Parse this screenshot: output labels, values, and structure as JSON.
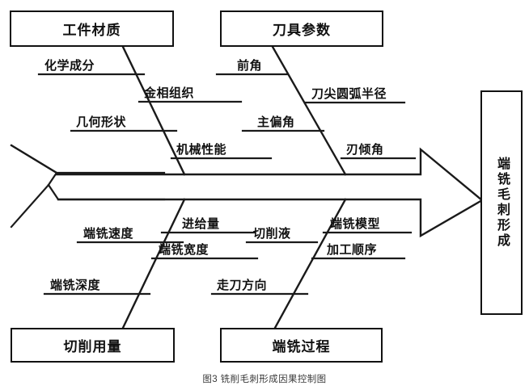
{
  "figure": {
    "caption": "图3 铣削毛刺形成因果控制图",
    "effect": {
      "label": "端铣毛刺形成"
    },
    "colors": {
      "line": "#1a1a1a",
      "text": "#111111",
      "background": "#ffffff",
      "caption_text": "#3a3a3a"
    }
  },
  "chart_data": {
    "type": "diagram",
    "diagram_type": "fishbone",
    "title": "图3 铣削毛刺形成因果控制图",
    "effect": "端铣毛刺形成",
    "categories": [
      {
        "name": "工件材质",
        "position": "top-left",
        "causes": [
          "化学成分",
          "金相组织",
          "几何形状",
          "机械性能"
        ]
      },
      {
        "name": "刀具参数",
        "position": "top-right",
        "causes": [
          "前角",
          "刀尖圆弧半径",
          "主偏角",
          "刃倾角"
        ]
      },
      {
        "name": "切削用量",
        "position": "bottom-left",
        "causes": [
          "端铣速度",
          "进给量",
          "端铣宽度",
          "端铣深度"
        ]
      },
      {
        "name": "端铣过程",
        "position": "bottom-right",
        "causes": [
          "切削液",
          "端铣模型",
          "加工顺序",
          "走刀方向"
        ]
      }
    ]
  },
  "boxes": {
    "top_left": "工件材质",
    "top_right": "刀具参数",
    "bottom_left": "切削用量",
    "bottom_right": "端铣过程"
  },
  "twigs": {
    "tl1": "化学成分",
    "tl2": "金相组织",
    "tl3": "几何形状",
    "tl4": "机械性能",
    "tr1": "前角",
    "tr2": "刀尖圆弧半径",
    "tr3": "主偏角",
    "tr4": "刃倾角",
    "bl1": "端铣速度",
    "bl2": "进给量",
    "bl3": "端铣宽度",
    "bl4": "端铣深度",
    "br1": "切削液",
    "br2": "端铣模型",
    "br3": "加工顺序",
    "br4": "走刀方向"
  }
}
